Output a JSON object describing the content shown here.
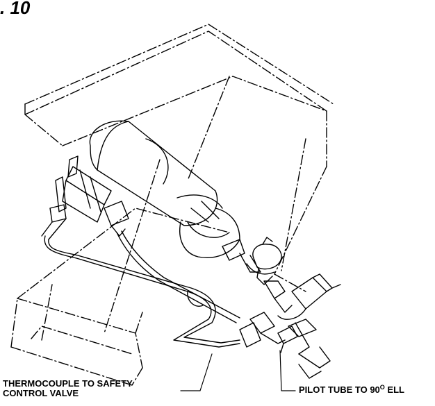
{
  "figure": {
    "number": ". 10"
  },
  "labels": {
    "thermocouple_line1": "THERMOCOUPLE TO SAFETY",
    "thermocouple_line2": "CONTROL VALVE",
    "pilot_tube_text": "PILOT TUBE TO 90",
    "pilot_tube_sup": "O",
    "pilot_tube_suffix": " ELL"
  }
}
